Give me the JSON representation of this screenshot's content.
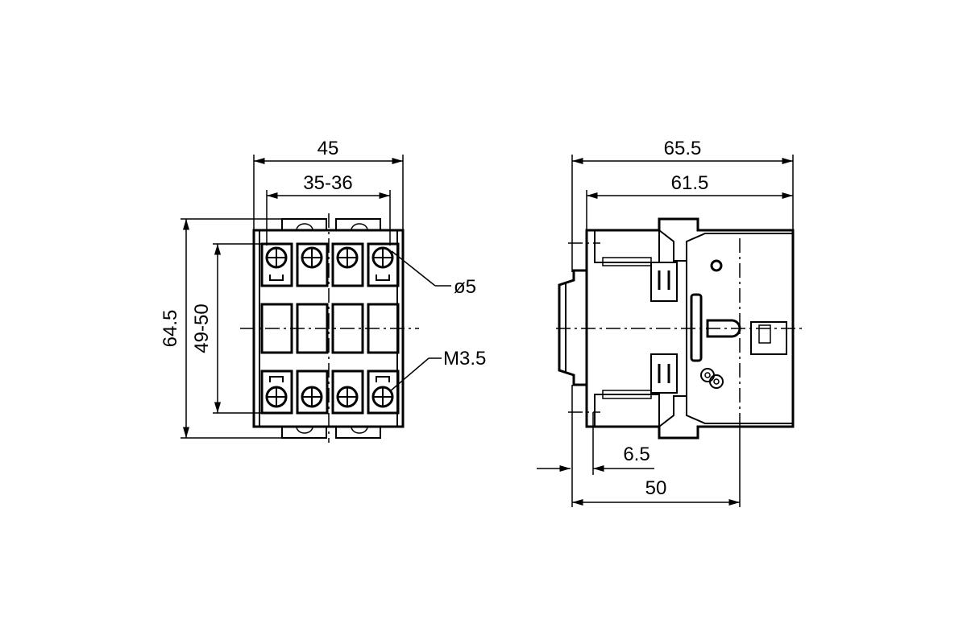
{
  "dimensions": {
    "front_width_outer": "45",
    "front_width_inner": "35-36",
    "front_height_outer": "64.5",
    "front_height_inner": "49-50",
    "hole_diameter": "ø5",
    "screw_size": "M3.5",
    "side_depth_outer": "65.5",
    "side_depth_inner": "61.5",
    "side_offset": "6.5",
    "side_mount_depth": "50"
  }
}
